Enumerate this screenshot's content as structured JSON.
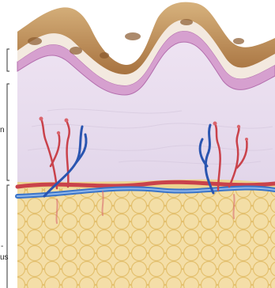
{
  "labels": {
    "dermis_fragment": "n",
    "hypodermis_dash": "-",
    "hypodermis_fragment": "us"
  },
  "colors": {
    "epidermis_top": "#c69a63",
    "epidermis_base": "#a7723f",
    "epidermis_band": "#f3e9df",
    "basal_layer": "#c98ac3",
    "dermis": "#e8def0",
    "hypodermis": "#f0d48f",
    "fat_cells": "#e7c271",
    "artery": "#c9424b",
    "vein": "#2a55b0",
    "bracket": "#333333"
  },
  "icons": {
    "artery": "artery-vessel",
    "vein": "vein-vessel",
    "fat": "adipose-cell"
  }
}
